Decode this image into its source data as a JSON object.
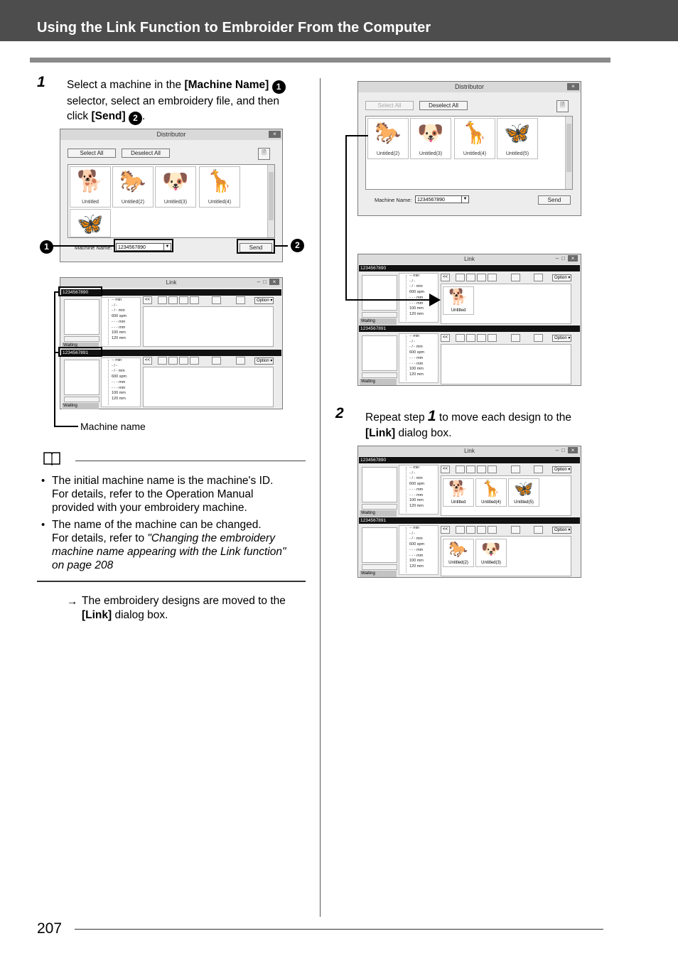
{
  "header": {
    "title": "Using the Link Function to Embroider From the Computer"
  },
  "step1": {
    "number": "1",
    "line1_prefix": "Select a machine in the ",
    "line1_bold": "[Machine Name]",
    "marker1": "❶",
    "line2": "selector, select an embroidery file, and then",
    "line3_prefix": "click ",
    "line3_bold": "[Send]",
    "marker2": "❷",
    "line3_suffix": "."
  },
  "distributor": {
    "title": "Distributor",
    "close": "×",
    "select_all": "Select All",
    "deselect_all": "Deselect All",
    "machine_name_label": "Machine Name:",
    "machine_name_value": "1234567890",
    "send": "Send",
    "items": [
      "Untitled",
      "Untitled(2)",
      "Untitled(3)",
      "Untitled(4)",
      "Untitled(5)"
    ],
    "callout1": "❶",
    "callout2": "❷"
  },
  "link": {
    "title": "Link",
    "machine1": "1234567890",
    "machine2": "1234567891",
    "status": "Waiting",
    "option": "Option",
    "back": "<<",
    "info_lines": [
      "-- min",
      "- / -",
      "- / - min",
      "600 spm",
      "- - - mm",
      "- - - mm",
      "100 mm",
      "120 mm"
    ],
    "machine_name_caption": "Machine name"
  },
  "note": {
    "bullets": [
      {
        "lines": [
          "The initial machine name is the machine's ID.",
          "For details, refer to the Operation Manual",
          "provided with your embroidery machine."
        ]
      },
      {
        "line1": "The name of the machine can be changed.",
        "line2_prefix": "For details, refer to ",
        "line2_italic": "\"Changing the embroidery",
        "line3_italic": "machine name appearing with the Link function\"",
        "line4_italic": "on page 208"
      }
    ]
  },
  "result": {
    "arrow": "→",
    "line1": "The embroidery designs are moved to the",
    "line2_bold": "[Link]",
    "line2_suffix": " dialog box."
  },
  "step2": {
    "number": "2",
    "line1_prefix": "Repeat step ",
    "line1_step": "1",
    "line1_suffix": " to move each design to the",
    "line2_bold": "[Link]",
    "line2_suffix": " dialog box."
  },
  "page_number": "207"
}
